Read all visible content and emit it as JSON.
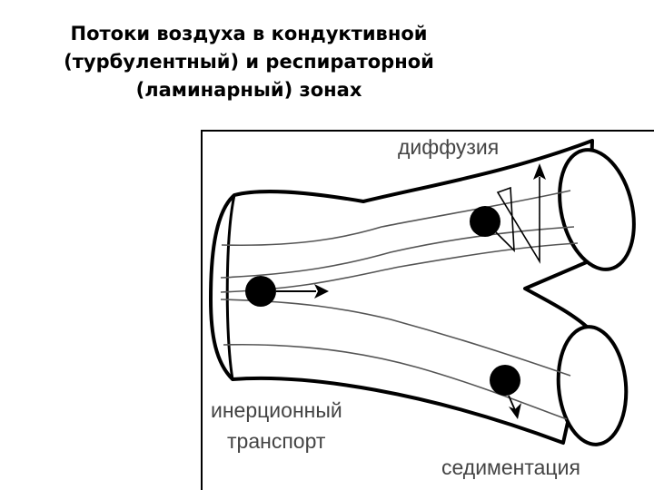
{
  "title": {
    "line1": "Потоки воздуха в кондуктивной",
    "line2": "(турбулентный) и респираторной",
    "line3": "(ламинарный) зонах"
  },
  "labels": {
    "diffusion": "диффузия",
    "inertial_line1": "инерционный",
    "inertial_line2": "транспорт",
    "sedimentation": "седиментация"
  },
  "colors": {
    "stroke": "#000000",
    "label": "#444444",
    "background": "#ffffff"
  }
}
